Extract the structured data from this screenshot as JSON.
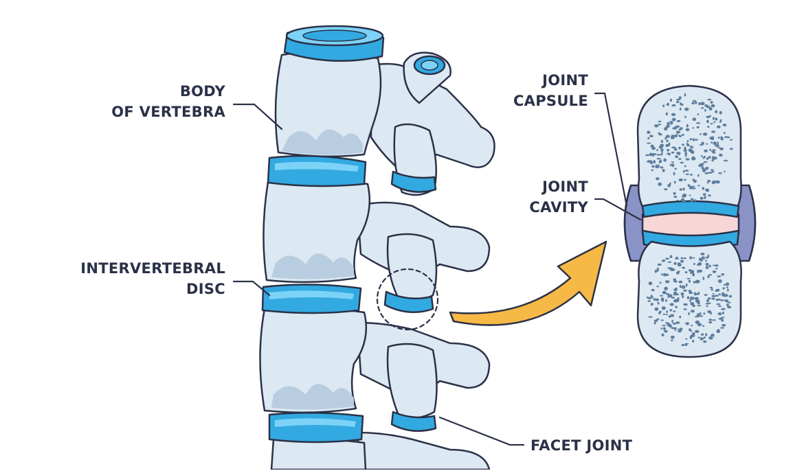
{
  "labels": {
    "body_of_vertebra": [
      "BODY",
      "OF VERTEBRA"
    ],
    "intervertebral_disc": [
      "INTERVERTEBRAL",
      "DISC"
    ],
    "joint_capsule": [
      "JOINT",
      "CAPSULE"
    ],
    "joint_cavity": [
      "JOINT",
      "CAVITY"
    ],
    "facet_joint": [
      "FACET JOINT"
    ]
  },
  "colors": {
    "bone": "#dce8f2",
    "bone_shade": "#b9cde0",
    "outline": "#2b3147",
    "disc": "#33a9e2",
    "disc_light": "#7dd3f7",
    "capsule": "#8a93c6",
    "cavity": "#f6d6d6",
    "arrow": "#f6b945",
    "spongy_dot": "#5d7d9c",
    "label_text": "#2b3147"
  }
}
